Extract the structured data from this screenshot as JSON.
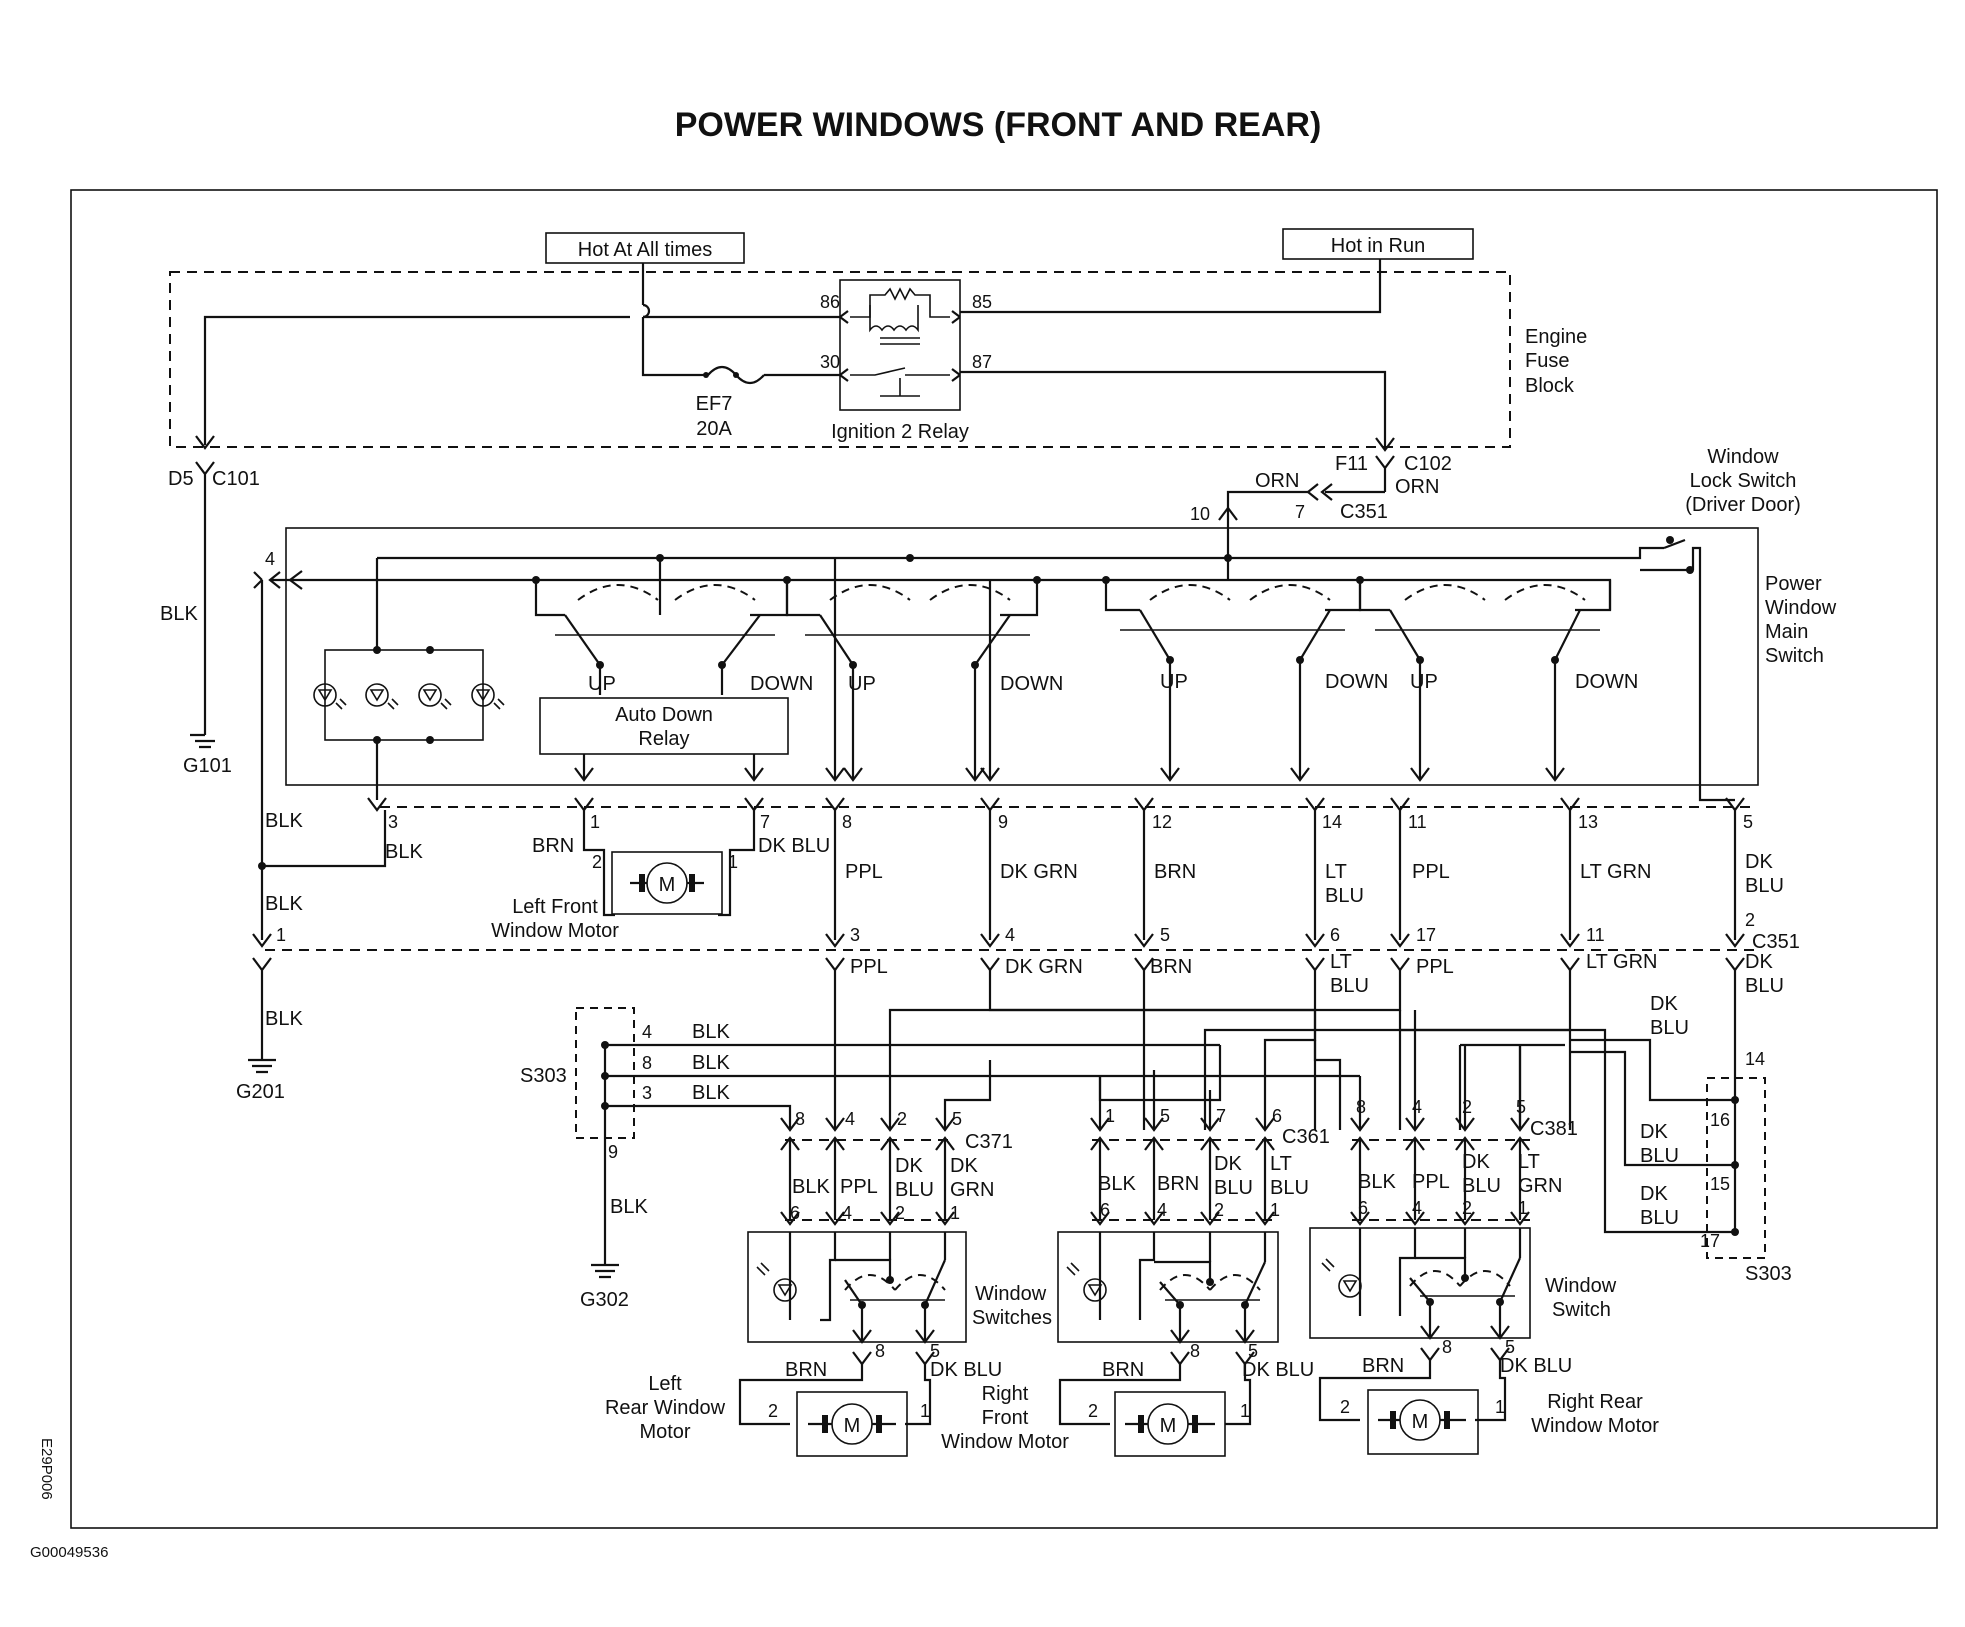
{
  "title": "POWER WINDOWS (FRONT AND REAR)",
  "figure_code": "G00049536",
  "side_code": "E29P006",
  "power": {
    "hot_all_times": "Hot At All times",
    "hot_in_run": "Hot in Run"
  },
  "engine_fuse_block": {
    "line1": "Engine",
    "line2": "Fuse",
    "line3": "Block"
  },
  "fuse": {
    "name": "EF7",
    "rating": "20A"
  },
  "relay": {
    "name": "Ignition 2 Relay",
    "pin86": "86",
    "pin85": "85",
    "pin30": "30",
    "pin87": "87"
  },
  "connectors": {
    "d5": "D5",
    "c101": "C101",
    "f11": "F11",
    "c102": "C102",
    "c351": "C351",
    "c371": "C371",
    "c361": "C361",
    "c381": "C381",
    "s303": "S303"
  },
  "grounds": {
    "g101": "G101",
    "g201": "G201",
    "g302": "G302"
  },
  "lock_switch": {
    "line1": "Window",
    "line2": "Lock Switch",
    "line3": "(Driver Door)"
  },
  "main_switch": {
    "line1": "Power",
    "line2": "Window",
    "line3": "Main",
    "line4": "Switch"
  },
  "auto_relay": {
    "line1": "Auto Down",
    "line2": "Relay"
  },
  "switch_labels": {
    "up": "UP",
    "down": "DOWN"
  },
  "colors": {
    "blk": "BLK",
    "orn": "ORN",
    "brn": "BRN",
    "ppl": "PPL",
    "dk_grn": "DK GRN",
    "dk": "DK",
    "blu": "BLU",
    "lt": "LT",
    "grn": "GRN",
    "lt_grn": "LT GRN",
    "dk_blu": "DK BLU"
  },
  "motors": {
    "left_front": {
      "line1": "Left Front",
      "line2": "Window Motor"
    },
    "left_rear": {
      "line1": "Left",
      "line2": "Rear Window",
      "line3": "Motor"
    },
    "right_front": {
      "line1": "Right",
      "line2": "Front",
      "line3": "Window Motor"
    },
    "right_rear": {
      "line1": "Right Rear",
      "line2": "Window Motor"
    },
    "symbol": "M"
  },
  "window_switches": {
    "plural_line1": "Window",
    "plural_line2": "Switches",
    "single_line1": "Window",
    "single_line2": "Switch"
  },
  "pins": {
    "p1": "1",
    "p2": "2",
    "p3": "3",
    "p4": "4",
    "p5": "5",
    "p6": "6",
    "p7": "7",
    "p8": "8",
    "p9": "9",
    "p10": "10",
    "p11": "11",
    "p12": "12",
    "p13": "13",
    "p14": "14",
    "p15": "15",
    "p16": "16",
    "p17": "17"
  }
}
